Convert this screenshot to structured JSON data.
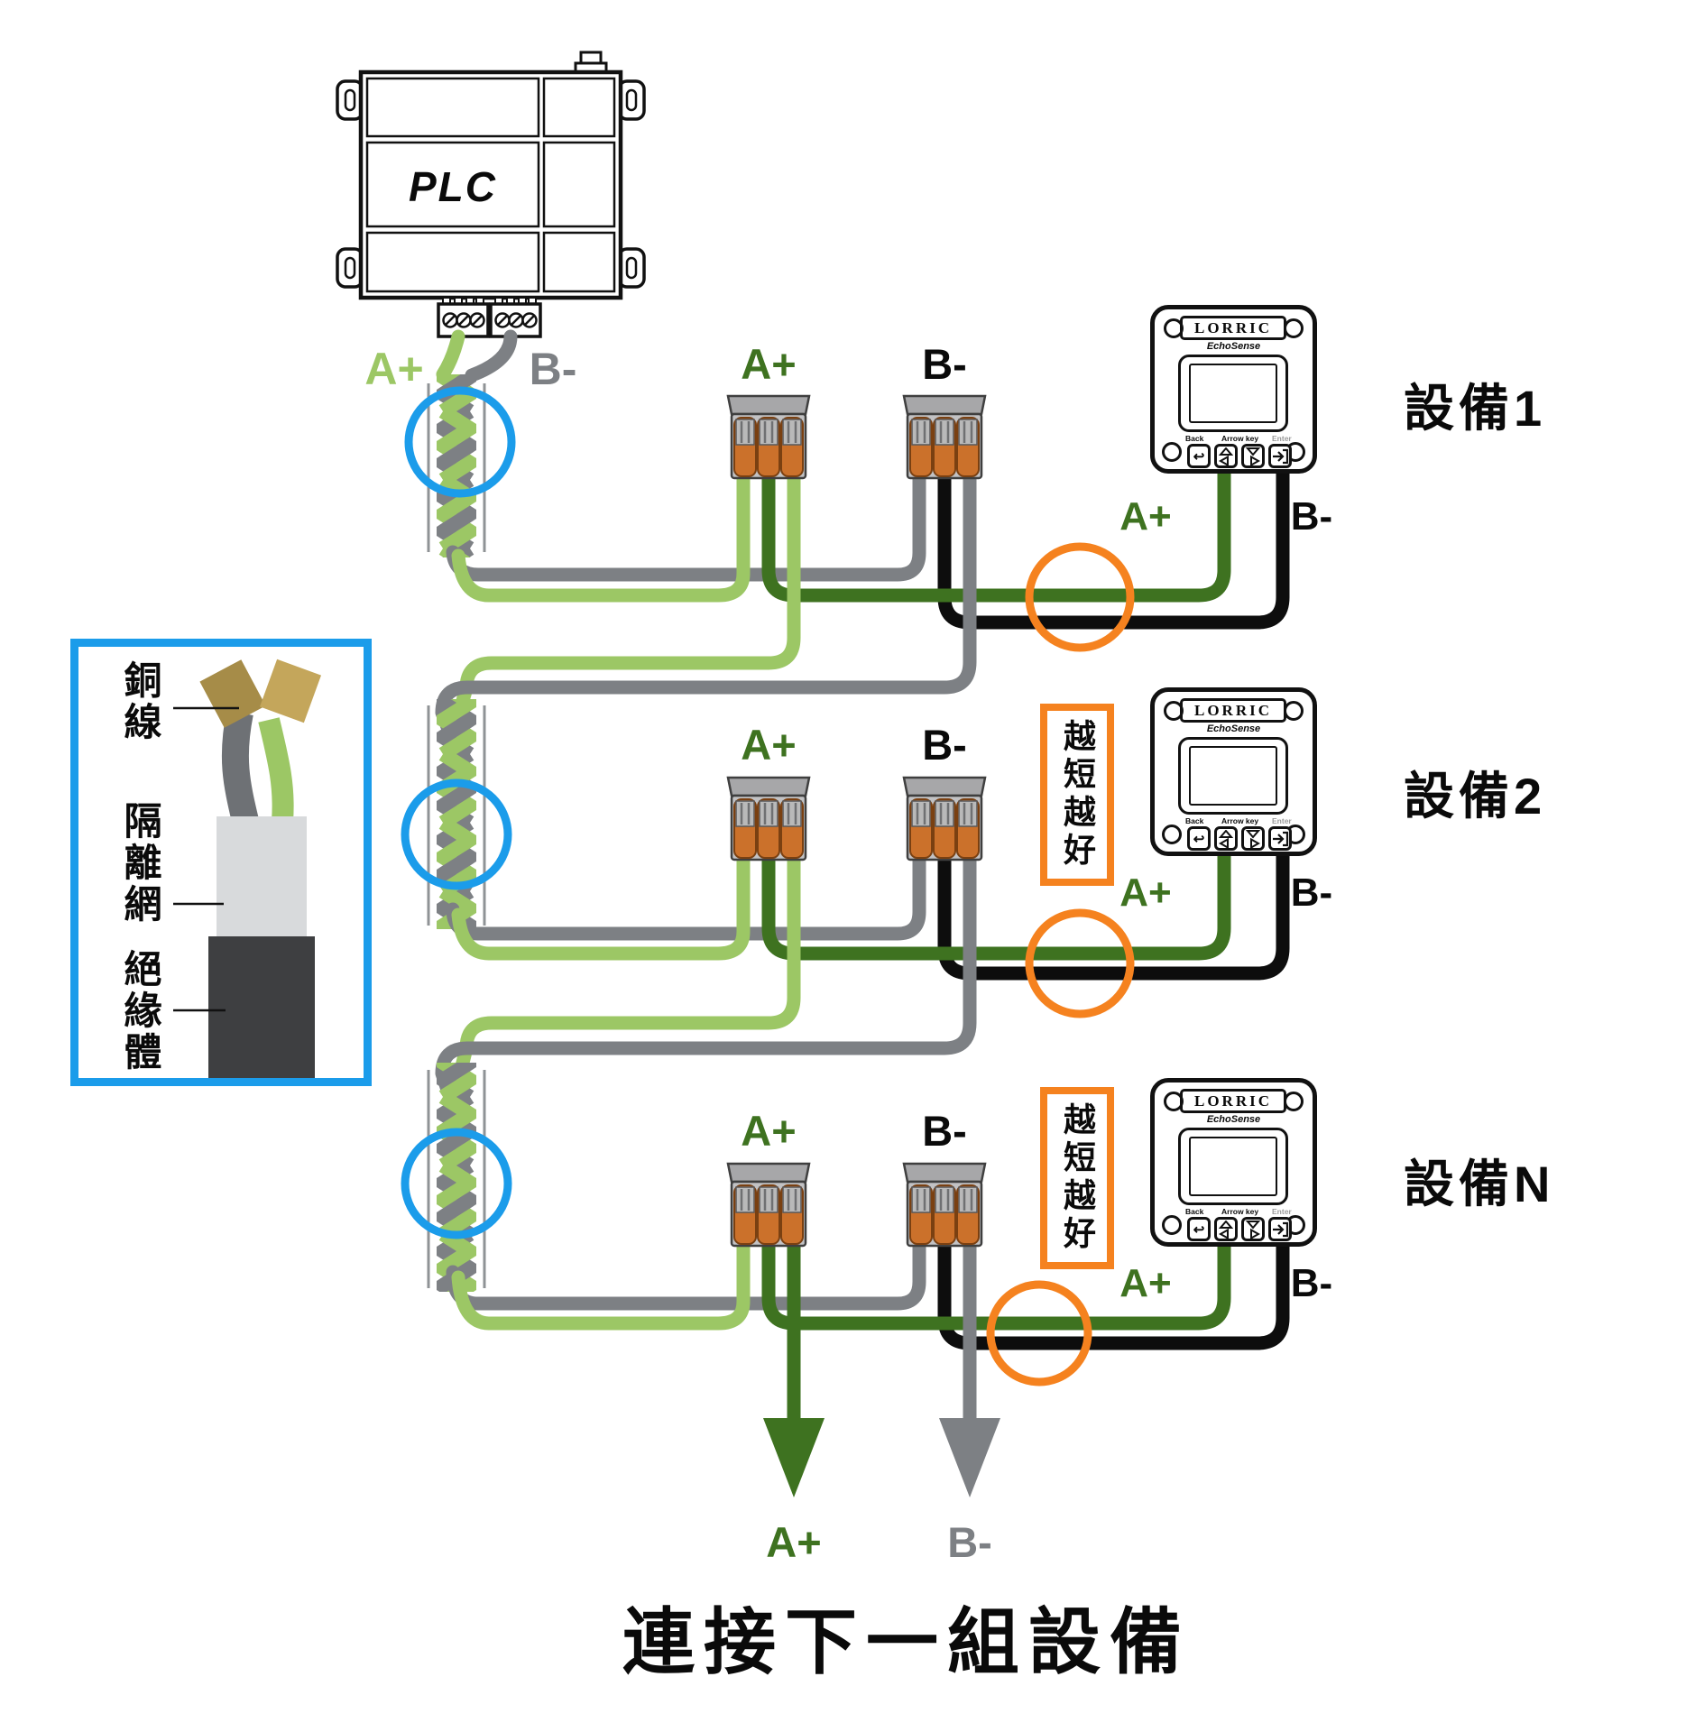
{
  "colors": {
    "light_green": "#9CC765",
    "dark_green": "#3E7220",
    "wire_gray": "#7D8084",
    "wire_black": "#0d0d0d",
    "accent_orange": "#F5821F",
    "accent_blue": "#1B9CEA",
    "connector_orange": "#CB712B",
    "copper_dark": "#A68C48",
    "copper_light": "#C4A65B",
    "shield_gray": "#D8DADC",
    "insulation_dark": "#3E3F41"
  },
  "plc": {
    "label": "PLC",
    "a_plus": "A+",
    "b_minus": "B-"
  },
  "cable_legend": {
    "copper": "銅線",
    "shield": "隔離網",
    "insulation": "絕緣體"
  },
  "devices": [
    {
      "name": "設備1",
      "terminal_a": "A+",
      "terminal_b": "B-",
      "wire_a": "A+",
      "wire_b": "B-",
      "note": ""
    },
    {
      "name": "設備2",
      "terminal_a": "A+",
      "terminal_b": "B-",
      "wire_a": "A+",
      "wire_b": "B-",
      "note": "越短越好"
    },
    {
      "name": "設備N",
      "terminal_a": "A+",
      "terminal_b": "B-",
      "wire_a": "A+",
      "wire_b": "B-",
      "note": "越短越好"
    }
  ],
  "panel": {
    "brand": "LORRIC",
    "model": "EchoSense",
    "back": "Back",
    "arrow_key": "Arrow key",
    "enter": "Enter"
  },
  "output": {
    "a_plus": "A+",
    "b_minus": "B-",
    "caption": "連接下一組設備"
  }
}
